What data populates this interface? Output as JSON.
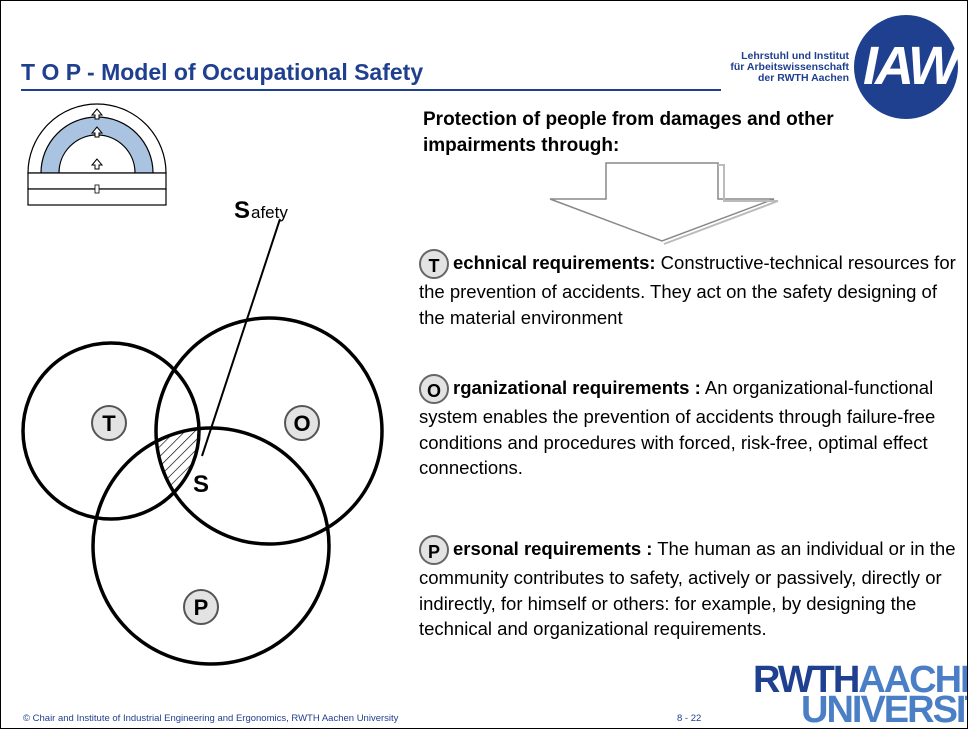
{
  "slide": {
    "title": "T O P - Model of Occupational Safety",
    "institute_lines": [
      "Lehrstuhl und Institut",
      "für Arbeitswissenschaft",
      "der RWTH Aachen"
    ],
    "logo_text": "IAW",
    "heading": "Protection of people from damages and other impairments through:",
    "venn": {
      "safety_initial": "S",
      "safety_rest": "afety",
      "circle_t": "T",
      "circle_o": "O",
      "circle_p": "P",
      "center": "S"
    },
    "items": [
      {
        "badge": "T",
        "lead": "echnical requirements:",
        "text": " Constructive-technical resources for the prevention of accidents. They act on the safety designing of the material environment"
      },
      {
        "badge": "O",
        "lead": "rganizational requirements :",
        "text": " An organizational-functional system enables the prevention of accidents through failure-free conditions and procedures with forced, risk-free, optimal effect connections."
      },
      {
        "badge": "P",
        "lead": "ersonal requirements :",
        "text": " The human as an individual or in the community contributes to safety, actively or passively, directly or indirectly, for himself or others: for example, by designing the technical and organizational requirements."
      }
    ],
    "footer": "© Chair and Institute of Industrial Engineering and Ergonomics, RWTH Aachen University",
    "page_number": "8 - 22",
    "rwth_logo": {
      "line1_a": "RWTH",
      "line1_b": "AACHEN",
      "line2": "UNIVERSITY"
    }
  },
  "colors": {
    "brand_blue": "#1f3f8f",
    "light_blue": "#4a7fc6",
    "arch_fill": "#a9c3e0"
  }
}
